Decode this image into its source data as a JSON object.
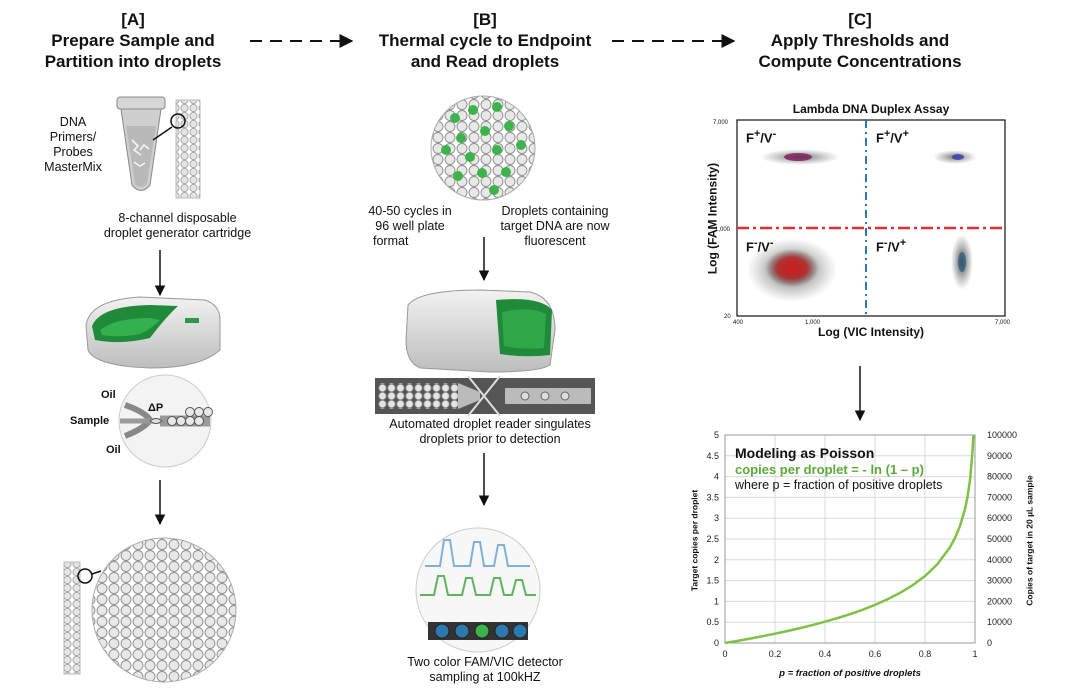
{
  "stages": [
    {
      "letter": "[A]",
      "title_line1": "Prepare Sample and",
      "title_line2": "Partition into droplets"
    },
    {
      "letter": "[B]",
      "title_line1": "Thermal cycle to Endpoint",
      "title_line2": "and Read droplets"
    },
    {
      "letter": "[C]",
      "title_line1": "Apply Thresholds and",
      "title_line2": "Compute Concentrations"
    }
  ],
  "stage_a": {
    "reagents": [
      "DNA",
      "Primers/",
      "Probes",
      "MasterMix"
    ],
    "cartridge_line1": "8-channel disposable",
    "cartridge_line2": "droplet generator cartridge",
    "junction": {
      "oil_top": "Oil",
      "sample": "Sample",
      "oil_bottom": "Oil",
      "pressure": "ΔP"
    }
  },
  "stage_b": {
    "cycles_line1": "40-50 cycles in",
    "cycles_line2": "96 well plate",
    "cycles_line3": "format",
    "fluor_line1": "Droplets containing",
    "fluor_line2": "target DNA are now",
    "fluor_line3": "fluorescent",
    "reader_line1": "Automated droplet reader singulates",
    "reader_line2": "droplets prior to detection",
    "detector_line1": "Two color FAM/VIC detector",
    "detector_line2": "sampling at 100kHZ"
  },
  "scatter": {
    "title": "Lambda DNA Duplex Assay",
    "xlabel": "Log (VIC Intensity)",
    "ylabel": "Log (FAM Intensity)",
    "y_ticks": [
      "7,000",
      "1,000",
      "20"
    ],
    "x_ticks": [
      "400",
      "1,000",
      "7,000"
    ],
    "quadrants": {
      "tl": {
        "base": "F",
        "sup1": "+",
        "mid": "/V",
        "sup2": "-"
      },
      "tr": {
        "base": "F",
        "sup1": "+",
        "mid": "/V",
        "sup2": "+"
      },
      "bl": {
        "base": "F",
        "sup1": "-",
        "mid": "/V",
        "sup2": "-"
      },
      "br": {
        "base": "F",
        "sup1": "-",
        "mid": "/V",
        "sup2": "+"
      }
    },
    "threshold_fam_color": "#e03030",
    "threshold_vic_color": "#2a7ab0"
  },
  "chart_data": {
    "type": "line",
    "xlabel": "p = fraction of positive droplets",
    "ylabel": "Target copies per droplet",
    "y2label": "Copies of target in 20 µL sample",
    "xlim": [
      0,
      1
    ],
    "ylim": [
      0,
      5
    ],
    "y2lim": [
      0,
      100000
    ],
    "x_ticks": [
      "0",
      "0.2",
      "0.4",
      "0.6",
      "0.8",
      "1"
    ],
    "y_ticks": [
      "0",
      "0.5",
      "1",
      "1.5",
      "2",
      "2.5",
      "3",
      "3.5",
      "4",
      "4.5",
      "5"
    ],
    "y2_ticks": [
      "0",
      "10000",
      "20000",
      "30000",
      "40000",
      "50000",
      "60000",
      "70000",
      "80000",
      "90000",
      "100000"
    ],
    "grid": true,
    "series": [
      {
        "color": "#7dc242",
        "x": [
          0,
          0.05,
          0.1,
          0.15,
          0.2,
          0.25,
          0.3,
          0.35,
          0.4,
          0.45,
          0.5,
          0.55,
          0.6,
          0.65,
          0.7,
          0.75,
          0.8,
          0.85,
          0.9,
          0.92,
          0.94,
          0.96,
          0.97,
          0.98,
          0.99,
          0.993,
          0.995
        ],
        "values": [
          0,
          0.051,
          0.105,
          0.163,
          0.223,
          0.288,
          0.357,
          0.431,
          0.511,
          0.598,
          0.693,
          0.799,
          0.916,
          1.05,
          1.204,
          1.386,
          1.609,
          1.897,
          2.303,
          2.526,
          2.813,
          3.219,
          3.507,
          3.912,
          4.605,
          4.962,
          5.0
        ]
      }
    ],
    "annotations": {
      "title": "Modeling as Poisson",
      "formula": "copies per droplet = - ln (1 – p)",
      "where": "where p = fraction of positive droplets",
      "formula_color": "#5aaa3a"
    }
  }
}
